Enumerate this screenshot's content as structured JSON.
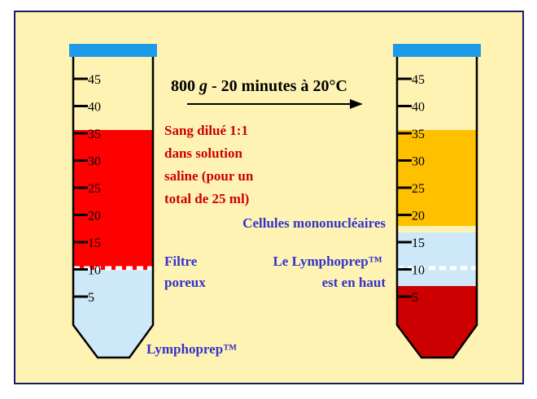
{
  "process": {
    "speed": "800",
    "g_symbol": "g",
    "rest": "- 20 minutes à 20°C"
  },
  "tube_before": {
    "scale_labels": [
      "45",
      "40",
      "35",
      "30",
      "25",
      "20",
      "15",
      "10",
      "5"
    ],
    "labels": {
      "blood": [
        "Sang dilué 1:1",
        "dans solution",
        "saline (pour un",
        "total de 25 ml)"
      ],
      "filter": [
        "Filtre",
        "poreux"
      ],
      "lymphoprep": "Lymphoprep™"
    }
  },
  "tube_after": {
    "scale_labels": [
      "45",
      "40",
      "35",
      "30",
      "25",
      "20",
      "15",
      "10",
      "5"
    ],
    "labels": {
      "mononuclear": "Cellules mononucléaires",
      "lymphoprep_top": [
        "Le Lymphoprep™",
        "est en haut"
      ]
    }
  },
  "colors": {
    "background": "#FFF3B3",
    "border": "#1A1A6E",
    "cap": "#1E9BE8",
    "blood": "#FF0000",
    "lymphoprep": "#CDE8F8",
    "plasma": "#FFC000",
    "rbc_pellet": "#CC0000",
    "label_red": "#CC0000",
    "label_blue": "#3333CC",
    "text": "#000000"
  }
}
